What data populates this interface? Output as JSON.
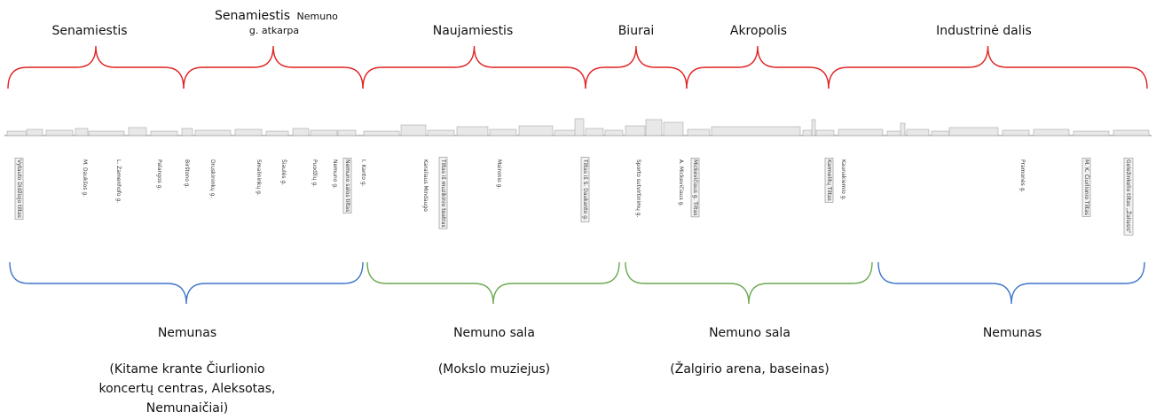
{
  "colors": {
    "red": "#e01f1f",
    "blue": "#3d74c8",
    "green": "#6aa84f"
  },
  "top_zones": [
    {
      "label": "Senamiestis"
    },
    {
      "label": "Senamiestis",
      "small": "Nemuno",
      "line2": "g. atkarpa"
    },
    {
      "label": "Naujamiestis"
    },
    {
      "label": "Biurai"
    },
    {
      "label": "Akropolis"
    },
    {
      "label": "Industrinė dalis"
    }
  ],
  "streets": [
    {
      "text": "Vytauto Didžiojo tiltas",
      "boxed": true
    },
    {
      "text": "M. Daukšos g.",
      "boxed": false
    },
    {
      "text": "L. Zamenhofo g.",
      "boxed": false
    },
    {
      "text": "Palangos g.",
      "boxed": false
    },
    {
      "text": "Birštono g.",
      "boxed": false
    },
    {
      "text": "Druskininkų g.",
      "boxed": false
    },
    {
      "text": "Smalininkų g.",
      "boxed": false
    },
    {
      "text": "Šiaulės g.",
      "boxed": false
    },
    {
      "text": "Puodžių g.",
      "boxed": false
    },
    {
      "text": "Nemuno g.",
      "boxed": false
    },
    {
      "text": "Nemuno salos tiltas",
      "boxed": true
    },
    {
      "text": "I. Kanto g.",
      "boxed": false
    },
    {
      "text": "Karaliaus Mindaugo",
      "boxed": false
    },
    {
      "text": "Tiltas iš muzikinio teatras",
      "boxed": true
    },
    {
      "text": "Maironio g.",
      "boxed": false
    },
    {
      "text": "Tiltas iš S. Daukanto g.",
      "boxed": true
    },
    {
      "text": "Sporto sutvirtinimų g.",
      "boxed": false
    },
    {
      "text": "A. Mickevičiaus g.",
      "boxed": false
    },
    {
      "text": "Mickevičiaus g. Tiltas",
      "boxed": true
    },
    {
      "text": "Kaunakiemio g.",
      "boxed": false
    },
    {
      "text": "Karmelitų Tiltas",
      "boxed": true
    },
    {
      "text": "Pramonės g.",
      "boxed": false
    },
    {
      "text": "M. K. Čiurlionio Tiltas",
      "boxed": true
    },
    {
      "text": "Geležinkelio tiltas „Žaliasis\"",
      "boxed": true
    }
  ],
  "bottom_zones": [
    {
      "title": "Nemunas",
      "lines": [
        "(Kitame krante Čiurlionio",
        "koncertų centras, Aleksotas,",
        "Nemunaičiai)"
      ]
    },
    {
      "title": "Nemuno sala",
      "lines": [
        "(Mokslo muziejus)"
      ]
    },
    {
      "title": "Nemuno sala",
      "lines": [
        "(Žalgirio arena, baseinas)"
      ]
    },
    {
      "title": "Nemunas",
      "lines": []
    }
  ]
}
